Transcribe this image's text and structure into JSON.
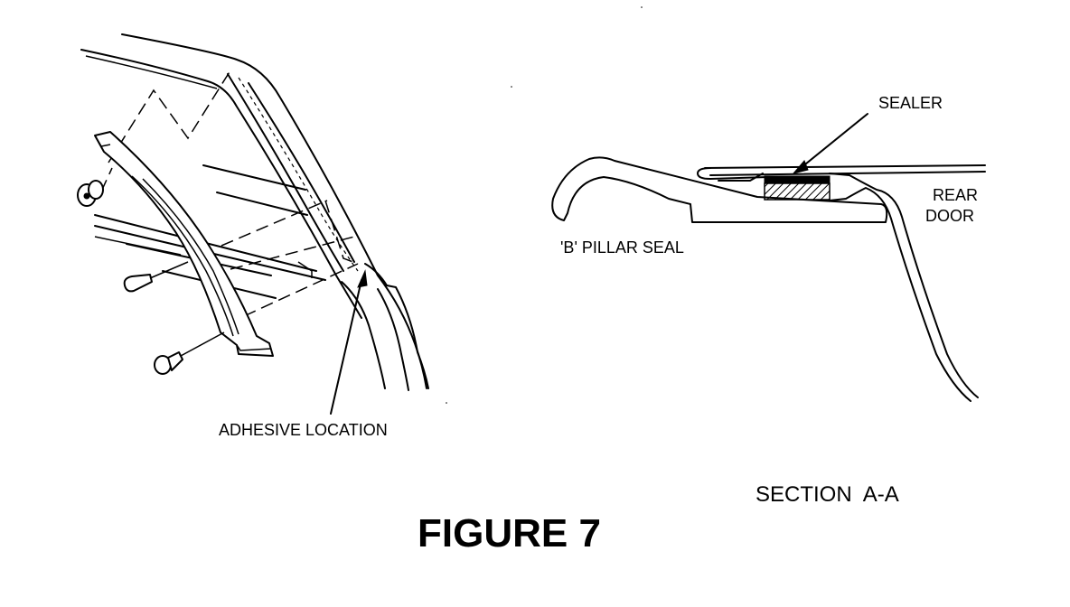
{
  "labels": {
    "adhesive_location": "ADHESIVE LOCATION",
    "sealer": "SEALER",
    "rear_door_line1": "REAR",
    "rear_door_line2": "DOOR",
    "b_pillar_seal": "'B' PILLAR SEAL",
    "section": "SECTION  A-A",
    "figure": "FIGURE 7"
  }
}
